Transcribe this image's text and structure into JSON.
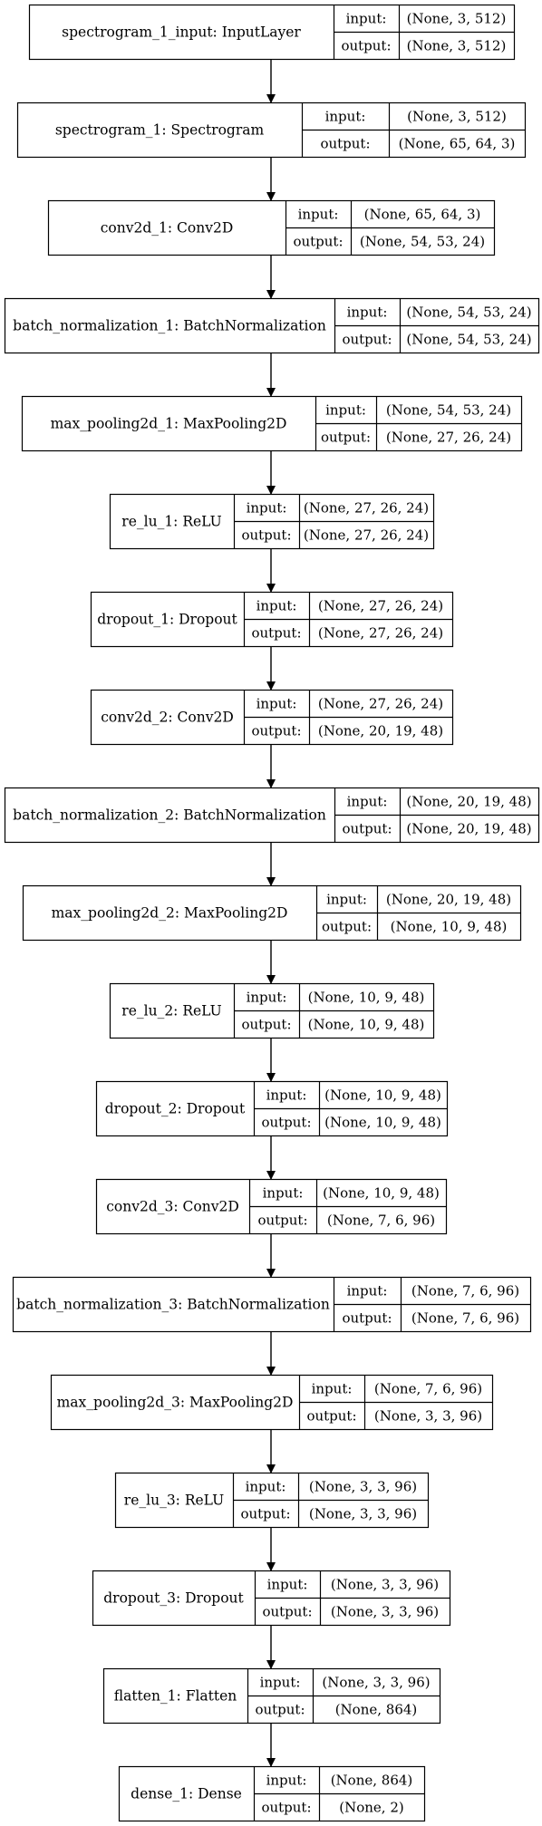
{
  "labels": {
    "input": "input:",
    "output": "output:"
  },
  "colors": {
    "line": "#000000",
    "background": "#ffffff"
  },
  "layers": [
    {
      "name": "spectrogram_1_input: InputLayer",
      "input": "(None, 3, 512)",
      "output": "(None, 3, 512)"
    },
    {
      "name": "spectrogram_1: Spectrogram",
      "input": "(None, 3, 512)",
      "output": "(None, 65, 64, 3)"
    },
    {
      "name": "conv2d_1: Conv2D",
      "input": "(None, 65, 64, 3)",
      "output": "(None, 54, 53, 24)"
    },
    {
      "name": "batch_normalization_1: BatchNormalization",
      "input": "(None, 54, 53, 24)",
      "output": "(None, 54, 53, 24)"
    },
    {
      "name": "max_pooling2d_1: MaxPooling2D",
      "input": "(None, 54, 53, 24)",
      "output": "(None, 27, 26, 24)"
    },
    {
      "name": "re_lu_1: ReLU",
      "input": "(None, 27, 26, 24)",
      "output": "(None, 27, 26, 24)"
    },
    {
      "name": "dropout_1: Dropout",
      "input": "(None, 27, 26, 24)",
      "output": "(None, 27, 26, 24)"
    },
    {
      "name": "conv2d_2: Conv2D",
      "input": "(None, 27, 26, 24)",
      "output": "(None, 20, 19, 48)"
    },
    {
      "name": "batch_normalization_2: BatchNormalization",
      "input": "(None, 20, 19, 48)",
      "output": "(None, 20, 19, 48)"
    },
    {
      "name": "max_pooling2d_2: MaxPooling2D",
      "input": "(None, 20, 19, 48)",
      "output": "(None, 10, 9, 48)"
    },
    {
      "name": "re_lu_2: ReLU",
      "input": "(None, 10, 9, 48)",
      "output": "(None, 10, 9, 48)"
    },
    {
      "name": "dropout_2: Dropout",
      "input": "(None, 10, 9, 48)",
      "output": "(None, 10, 9, 48)"
    },
    {
      "name": "conv2d_3: Conv2D",
      "input": "(None, 10, 9, 48)",
      "output": "(None, 7, 6, 96)"
    },
    {
      "name": "batch_normalization_3: BatchNormalization",
      "input": "(None, 7, 6, 96)",
      "output": "(None, 7, 6, 96)"
    },
    {
      "name": "max_pooling2d_3: MaxPooling2D",
      "input": "(None, 7, 6, 96)",
      "output": "(None, 3, 3, 96)"
    },
    {
      "name": "re_lu_3: ReLU",
      "input": "(None, 3, 3, 96)",
      "output": "(None, 3, 3, 96)"
    },
    {
      "name": "dropout_3: Dropout",
      "input": "(None, 3, 3, 96)",
      "output": "(None, 3, 3, 96)"
    },
    {
      "name": "flatten_1: Flatten",
      "input": "(None, 3, 3, 96)",
      "output": "(None, 864)"
    },
    {
      "name": "dense_1: Dense",
      "input": "(None, 864)",
      "output": "(None, 2)"
    }
  ]
}
